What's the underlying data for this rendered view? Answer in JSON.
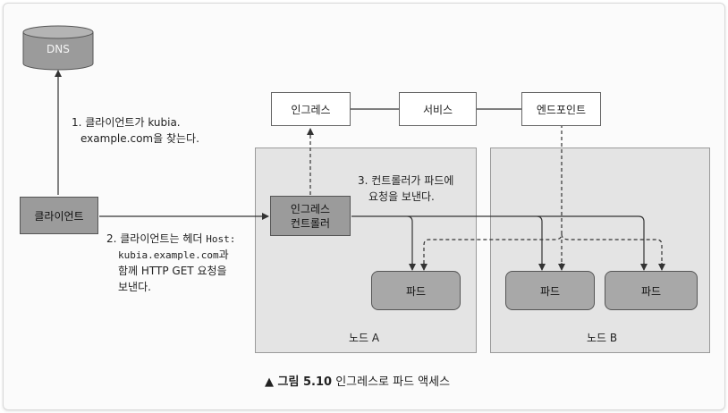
{
  "dns": {
    "label": "DNS"
  },
  "top_row": {
    "ingress": "인그레스",
    "service": "서비스",
    "endpoints": "엔드포인트"
  },
  "client": {
    "label": "클라이언트"
  },
  "ingress_controller": {
    "line1": "인그레스",
    "line2": "컨트롤러"
  },
  "pods": {
    "pod_a": "파드",
    "pod_b1": "파드",
    "pod_b2": "파드"
  },
  "nodes": {
    "node_a": "노드 A",
    "node_b": "노드 B"
  },
  "steps": {
    "step1_line1": "1. 클라이언트가 kubia.",
    "step1_line2": "example.com을 찾는다.",
    "step2_line1a": "2. 클라이언트는 헤더 ",
    "step2_line1b": "Host:",
    "step2_line2a": "kubia.example.com",
    "step2_line2b": "과",
    "step2_line3": "함께 HTTP GET 요청을",
    "step2_line4": "보낸다.",
    "step3_line1": "3. 컨트롤러가 파드에",
    "step3_line2": "요청을 보낸다."
  },
  "caption": {
    "marker": "▲ 그림 5.10",
    "text": "인그레스로 파드 액세스"
  }
}
